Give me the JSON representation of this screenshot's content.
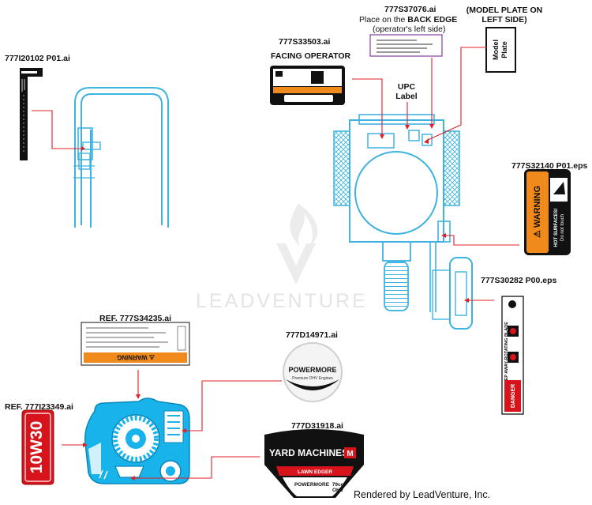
{
  "labels": {
    "handle_decal": "777I20102 P01.ai",
    "operator_decal": "777S33503.ai",
    "facing_operator": "FACING OPERATOR",
    "back_edge_decal": "777S37076.ai",
    "back_edge_note_pre": "Place on the ",
    "back_edge_note_bold": "BACK EDGE",
    "back_edge_note_line2": "(operator's left side)",
    "model_plate_note_1": "(MODEL PLATE ON",
    "model_plate_note_2": "LEFT SIDE)",
    "upc_1": "UPC",
    "upc_2": "Label",
    "hot_surface_decal": "777S32140 P01.eps",
    "blade_decal": "777S30282 P00.eps",
    "ref_engine_decal": "REF.  777S34235.ai",
    "powermore_decal": "777D14971.ai",
    "ref_oil_decal": "REF.  777I23349.ai",
    "yardmachines_decal": "777D31918.ai"
  },
  "decals": {
    "model_plate_1": "Model",
    "model_plate_2": "Plate",
    "warning_word": "⚠ WARNING",
    "hot_surfaces": "HOT SURFACES!",
    "hot_surfaces_2": "Do not touch",
    "keep_away": "KEEP AWAY-ROTATING BLADE",
    "danger_word": "DANGER",
    "powermore": "POWERMORE",
    "powermore_sub": "Premium OHV Engines",
    "yardmachines": "YARD MACHINES",
    "m_logo": "M",
    "lawn_edger": "LAWN EDGER",
    "cc": "79cc",
    "ohv": "OHV",
    "oil": "10W30"
  },
  "watermark": "LEADVENTURE",
  "footer": "Rendered by LeadVenture, Inc.",
  "colors": {
    "line_art": "#3fb3e0",
    "engine_fill": "#19b3ec",
    "leader_lines": "#e0202a",
    "warning_orange": "#f08a1c",
    "danger_red": "#d7141b"
  }
}
